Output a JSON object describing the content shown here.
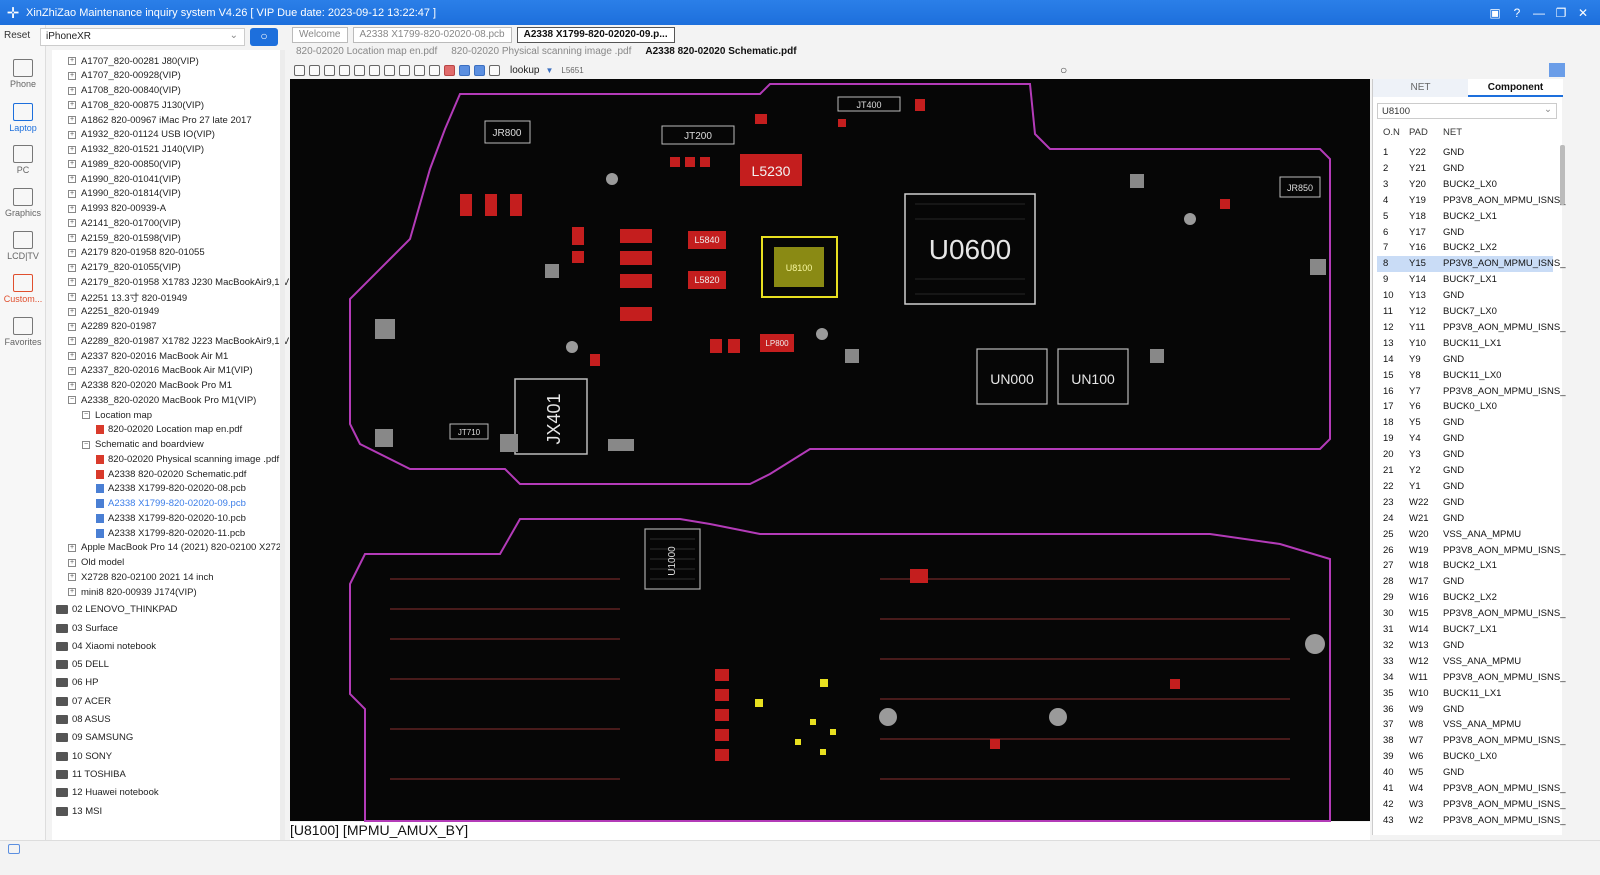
{
  "titlebar": {
    "title": "XinZhiZao Maintenance inquiry system V4.26 [ VIP Due date: 2023-09-12 13:22:47 ]"
  },
  "rail": [
    {
      "label": "Phone",
      "icon": "phone-icon"
    },
    {
      "label": "Laptop",
      "icon": "laptop-icon"
    },
    {
      "label": "PC",
      "icon": "pc-icon"
    },
    {
      "label": "Graphics",
      "icon": "graphics-card-icon"
    },
    {
      "label": "LCD|TV",
      "icon": "tv-icon"
    },
    {
      "label": "Custom...",
      "icon": "custom-icon"
    },
    {
      "label": "Favorites",
      "icon": "camera-icon"
    }
  ],
  "search": {
    "reset_label": "Reset",
    "model_value": "iPhoneXR"
  },
  "tree": {
    "items": [
      {
        "label": "A1707_820-00281 J80(VIP)",
        "kind": "node"
      },
      {
        "label": "A1707_820-00928(VIP)",
        "kind": "node"
      },
      {
        "label": "A1708_820-00840(VIP)",
        "kind": "node"
      },
      {
        "label": "A1708_820-00875 J130(VIP)",
        "kind": "node"
      },
      {
        "label": "A1862 820-00967 iMac Pro 27 late 2017",
        "kind": "node"
      },
      {
        "label": "A1932_820-01124 USB IO(VIP)",
        "kind": "node"
      },
      {
        "label": "A1932_820-01521 J140(VIP)",
        "kind": "node"
      },
      {
        "label": "A1989_820-00850(VIP)",
        "kind": "node"
      },
      {
        "label": "A1990_820-01041(VIP)",
        "kind": "node"
      },
      {
        "label": "A1990_820-01814(VIP)",
        "kind": "node"
      },
      {
        "label": "A1993 820-00939-A",
        "kind": "node"
      },
      {
        "label": "A2141_820-01700(VIP)",
        "kind": "node"
      },
      {
        "label": "A2159_820-01598(VIP)",
        "kind": "node"
      },
      {
        "label": "A2179 820-01958  820-01055",
        "kind": "node"
      },
      {
        "label": "A2179_820-01055(VIP)",
        "kind": "node"
      },
      {
        "label": "A2179_820-01958 X1783 J230 MacBookAir9,1(V",
        "kind": "node"
      },
      {
        "label": "A2251 13.3寸 820-01949",
        "kind": "node"
      },
      {
        "label": "A2251_820-01949",
        "kind": "node"
      },
      {
        "label": "A2289 820-01987",
        "kind": "node"
      },
      {
        "label": "A2289_820-01987 X1782 J223 MacBookAir9,1(V",
        "kind": "node"
      },
      {
        "label": "A2337 820-02016 MacBook Air M1",
        "kind": "node"
      },
      {
        "label": "A2337_820-02016 MacBook Air M1(VIP)",
        "kind": "node"
      },
      {
        "label": "A2338 820-02020 MacBook Pro M1",
        "kind": "node"
      },
      {
        "label": "A2338_820-02020 MacBook Pro M1(VIP)",
        "kind": "open"
      },
      {
        "label": "Location map",
        "kind": "open-sub"
      },
      {
        "label": "820-02020 Location map en.pdf",
        "kind": "pdf"
      },
      {
        "label": "Schematic and boardview",
        "kind": "open-sub"
      },
      {
        "label": "820-02020 Physical scanning image .pdf",
        "kind": "pdf"
      },
      {
        "label": "A2338 820-02020 Schematic.pdf",
        "kind": "pdf"
      },
      {
        "label": "A2338 X1799-820-02020-08.pcb",
        "kind": "pcb"
      },
      {
        "label": "A2338 X1799-820-02020-09.pcb",
        "kind": "pcb-selected"
      },
      {
        "label": "A2338 X1799-820-02020-10.pcb",
        "kind": "pcb"
      },
      {
        "label": "A2338 X1799-820-02020-11.pcb",
        "kind": "pcb"
      },
      {
        "label": "Apple MacBook Pro 14 (2021) 820-02100 X272",
        "kind": "node"
      },
      {
        "label": "Old model",
        "kind": "node"
      },
      {
        "label": "X2728 820-02100 2021 14 inch",
        "kind": "node"
      },
      {
        "label": "mini8 820-00939 J174(VIP)",
        "kind": "node"
      }
    ],
    "folders": [
      "02 LENOVO_THINKPAD",
      "03 Surface",
      "04 Xiaomi notebook",
      "05 DELL",
      "06 HP",
      "07 ACER",
      "08 ASUS",
      "09 SAMSUNG",
      "10 SONY",
      "11 TOSHIBA",
      "12 Huawei notebook",
      "13 MSI"
    ]
  },
  "doctabs": [
    "Welcome",
    "A2338 X1799-820-02020-08.pcb",
    "A2338 X1799-820-02020-09.p..."
  ],
  "filetabs": [
    "820-02020 Location map en.pdf",
    "820-02020 Physical scanning image .pdf",
    "A2338 820-02020 Schematic.pdf"
  ],
  "toolbar": {
    "lookup_label": "lookup",
    "lookup_value": "L5651"
  },
  "board": {
    "labels": {
      "u0600": "U0600",
      "l5230": "L5230",
      "jx401": "JX401",
      "un000": "UN000",
      "un100": "UN100",
      "u8100": "U8100",
      "jr800": "JR800",
      "jt200": "JT200",
      "jt400": "JT400",
      "jr850": "JR850",
      "l5840": "L5840",
      "l5820": "L5820",
      "lp800": "LP800",
      "jt710": "JT710",
      "u1000": "U1000"
    }
  },
  "statusline": "[U8100] [MPMU_AMUX_BY]",
  "rpanel": {
    "tabs": [
      "NET",
      "Component"
    ],
    "select_value": "U8100",
    "headers": {
      "on": "O.N",
      "pad": "PAD",
      "net": "NET"
    },
    "rows": [
      [
        "1",
        "Y22",
        "GND"
      ],
      [
        "2",
        "Y21",
        "GND"
      ],
      [
        "3",
        "Y20",
        "BUCK2_LX0"
      ],
      [
        "4",
        "Y19",
        "PP3V8_AON_MPMU_ISNS_"
      ],
      [
        "5",
        "Y18",
        "BUCK2_LX1"
      ],
      [
        "6",
        "Y17",
        "GND"
      ],
      [
        "7",
        "Y16",
        "BUCK2_LX2"
      ],
      [
        "8",
        "Y15",
        "PP3V8_AON_MPMU_ISNS_"
      ],
      [
        "9",
        "Y14",
        "BUCK7_LX1"
      ],
      [
        "10",
        "Y13",
        "GND"
      ],
      [
        "11",
        "Y12",
        "BUCK7_LX0"
      ],
      [
        "12",
        "Y11",
        "PP3V8_AON_MPMU_ISNS_"
      ],
      [
        "13",
        "Y10",
        "BUCK11_LX1"
      ],
      [
        "14",
        "Y9",
        "GND"
      ],
      [
        "15",
        "Y8",
        "BUCK11_LX0"
      ],
      [
        "16",
        "Y7",
        "PP3V8_AON_MPMU_ISNS_"
      ],
      [
        "17",
        "Y6",
        "BUCK0_LX0"
      ],
      [
        "18",
        "Y5",
        "GND"
      ],
      [
        "19",
        "Y4",
        "GND"
      ],
      [
        "20",
        "Y3",
        "GND"
      ],
      [
        "21",
        "Y2",
        "GND"
      ],
      [
        "22",
        "Y1",
        "GND"
      ],
      [
        "23",
        "W22",
        "GND"
      ],
      [
        "24",
        "W21",
        "GND"
      ],
      [
        "25",
        "W20",
        "VSS_ANA_MPMU"
      ],
      [
        "26",
        "W19",
        "PP3V8_AON_MPMU_ISNS_"
      ],
      [
        "27",
        "W18",
        "BUCK2_LX1"
      ],
      [
        "28",
        "W17",
        "GND"
      ],
      [
        "29",
        "W16",
        "BUCK2_LX2"
      ],
      [
        "30",
        "W15",
        "PP3V8_AON_MPMU_ISNS_"
      ],
      [
        "31",
        "W14",
        "BUCK7_LX1"
      ],
      [
        "32",
        "W13",
        "GND"
      ],
      [
        "33",
        "W12",
        "VSS_ANA_MPMU"
      ],
      [
        "34",
        "W11",
        "PP3V8_AON_MPMU_ISNS_"
      ],
      [
        "35",
        "W10",
        "BUCK11_LX1"
      ],
      [
        "36",
        "W9",
        "GND"
      ],
      [
        "37",
        "W8",
        "VSS_ANA_MPMU"
      ],
      [
        "38",
        "W7",
        "PP3V8_AON_MPMU_ISNS_"
      ],
      [
        "39",
        "W6",
        "BUCK0_LX0"
      ],
      [
        "40",
        "W5",
        "GND"
      ],
      [
        "41",
        "W4",
        "PP3V8_AON_MPMU_ISNS_"
      ],
      [
        "42",
        "W3",
        "PP3V8_AON_MPMU_ISNS_"
      ],
      [
        "43",
        "W2",
        "PP3V8_AON_MPMU_ISNS_"
      ]
    ],
    "selected_on": "8"
  },
  "colors": {
    "accent": "#1d6fdc",
    "board_outline": "#b33bb8",
    "component_red": "#d42020",
    "highlight_yellow": "#e8e020"
  }
}
